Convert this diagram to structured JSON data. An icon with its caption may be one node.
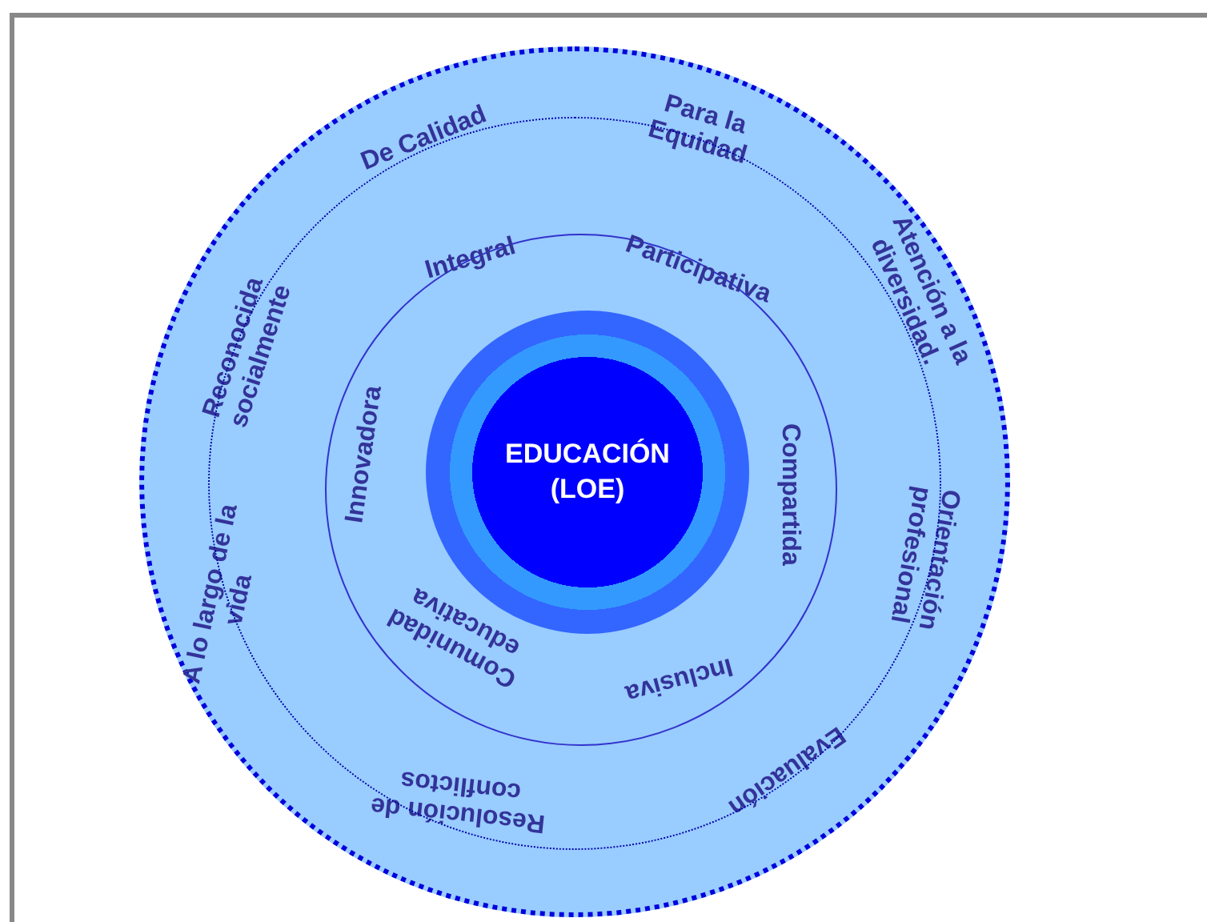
{
  "diagram": {
    "nodes": [
      {
        "text": [
          "De Calidad",
          "Para la Equidad",
          "Atención a la diversidad.",
          "Orientación profesional",
          "Evaluación",
          "Resolución de conflictos",
          "A lo largo de la vida",
          "Reconocida socialmente"
        ]
      },
      {
        "text": [
          "Integral",
          "Participativa",
          "Compartida",
          "Inclusiva",
          "Comunidad educativa",
          "Innovadora"
        ],
        "in": 0
      },
      {
        "text": [
          "EDUCACIÓN (LOE)"
        ],
        "in": 1
      }
    ]
  }
}
